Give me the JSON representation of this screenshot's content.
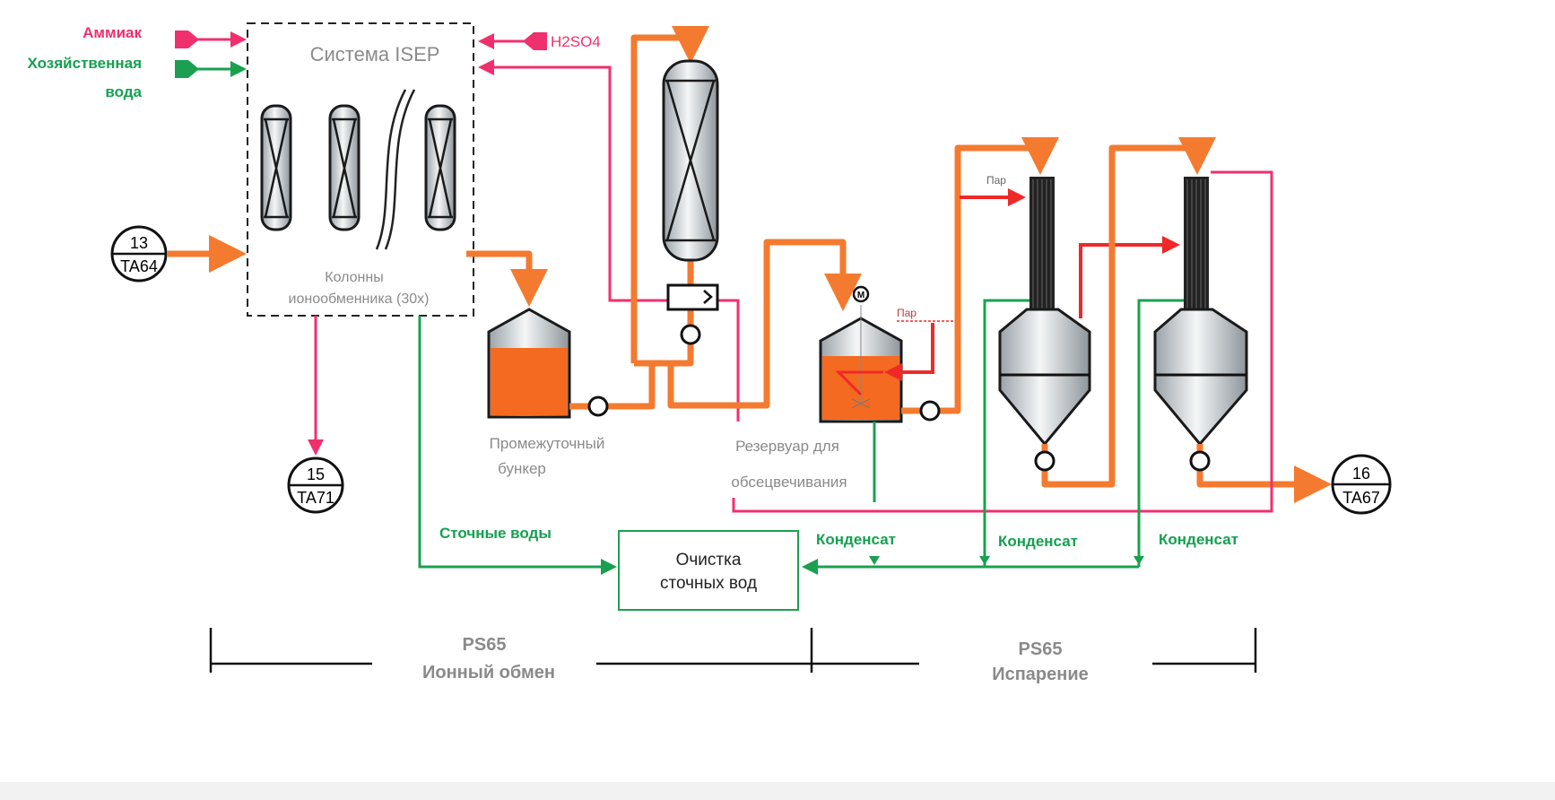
{
  "inputs": {
    "ammonia": "Аммиак",
    "water_line1": "Хозяйственная",
    "water_line2": "вода",
    "acid": "H2SO4"
  },
  "isep": {
    "title": "Система ISEP",
    "columns_line1": "Колонны",
    "columns_line2": "ионообменника (30x)"
  },
  "tags": {
    "ta64": {
      "num": "13",
      "code": "TA64"
    },
    "ta71": {
      "num": "15",
      "code": "TA71"
    },
    "ta67": {
      "num": "16",
      "code": "TA67"
    }
  },
  "equipment": {
    "bunker_line1": "Промежуточный",
    "bunker_line2": "бункер",
    "reservoir_line1": "Резервуар для",
    "reservoir_line2": "обсецвечивания",
    "steam1": "Пар",
    "steam2": "Пар",
    "treatment_line1": "Очистка",
    "treatment_line2": "сточных вод"
  },
  "flows": {
    "wastewater": "Сточные воды",
    "condensate1": "Конденсат",
    "condensate2": "Конденсат",
    "condensate3": "Конденсат"
  },
  "sections": {
    "ion_code": "PS65",
    "ion_name": "Ионный обмен",
    "evap_code": "PS65",
    "evap_name": "Испарение"
  },
  "colors": {
    "product": "#f47a30",
    "acid_ammonia": "#f0306e",
    "water": "#1aa050",
    "steam": "#f02828"
  }
}
